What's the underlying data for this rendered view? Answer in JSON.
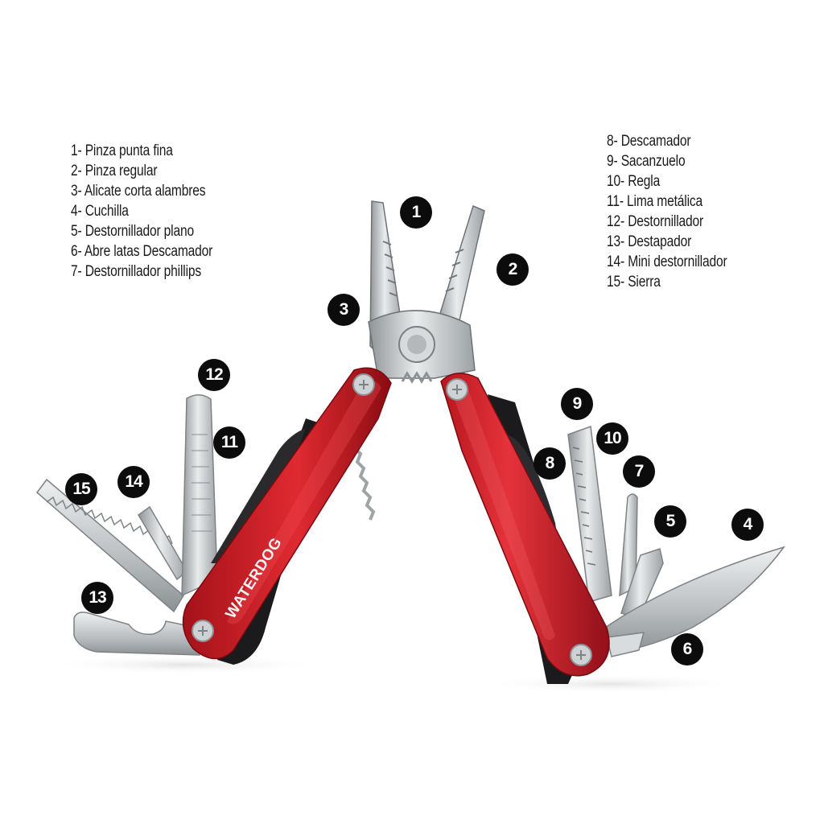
{
  "brand": "WATERDOG",
  "colors": {
    "handle_red": "#d41f27",
    "handle_dark": "#8e0e14",
    "grip_black": "#1b1b1d",
    "steel": "#c8cbcd",
    "callout_bg": "#0c0c0c"
  },
  "legend_left": [
    "1- Pinza punta fina",
    "2- Pinza regular",
    "3- Alicate corta alambres",
    "4- Cuchilla",
    "5- Destornillador plano",
    "6- Abre latas Descamador",
    "7- Destornillador phillips"
  ],
  "legend_right": [
    "8- Descamador",
    "9- Sacanzuelo",
    "10- Regla",
    "11- Lima metálica",
    "12- Destornillador",
    "13- Destapador",
    "14- Mini destornillador",
    "15- Sierra"
  ],
  "callouts": [
    "1",
    "2",
    "3",
    "4",
    "5",
    "6",
    "7",
    "8",
    "9",
    "10",
    "11",
    "12",
    "13",
    "14",
    "15"
  ]
}
